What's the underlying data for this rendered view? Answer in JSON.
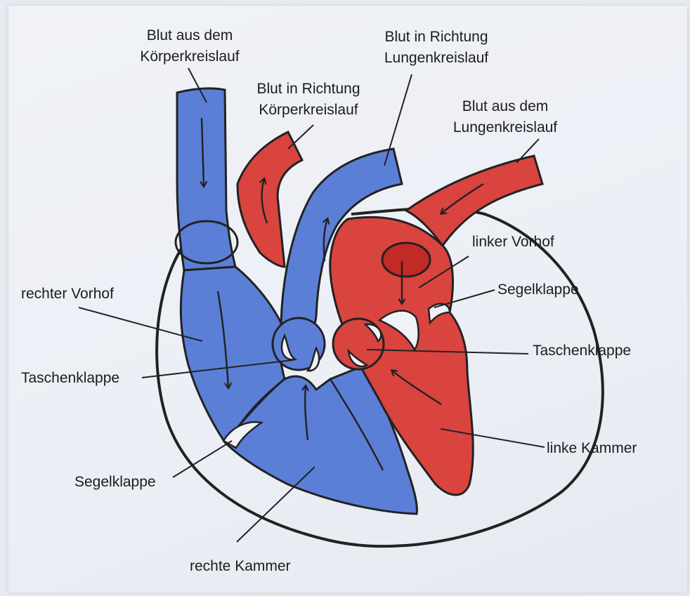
{
  "colors": {
    "deoxygenated": "#5b7fd6",
    "oxygenated": "#d9443f",
    "outline": "#222222",
    "paper": "#eceff5"
  },
  "labels": {
    "blood_from_body": [
      "Blut aus dem",
      "Körperkreislauf"
    ],
    "blood_to_body": [
      "Blut in Richtung",
      "Körperkreislauf"
    ],
    "blood_to_lungs": [
      "Blut in Richtung",
      "Lungenkreislauf"
    ],
    "blood_from_lungs": [
      "Blut aus dem",
      "Lungenkreislauf"
    ],
    "left_atrium": "linker Vorhof",
    "mitral_valve": "Segelklappe",
    "aortic_valve": "Taschenklappe",
    "right_atrium": "rechter Vorhof",
    "pulmonary_valve": "Taschenklappe",
    "tricuspid_valve": "Segelklappe",
    "left_ventricle": "linke Kammer",
    "right_ventricle": "rechte Kammer"
  }
}
